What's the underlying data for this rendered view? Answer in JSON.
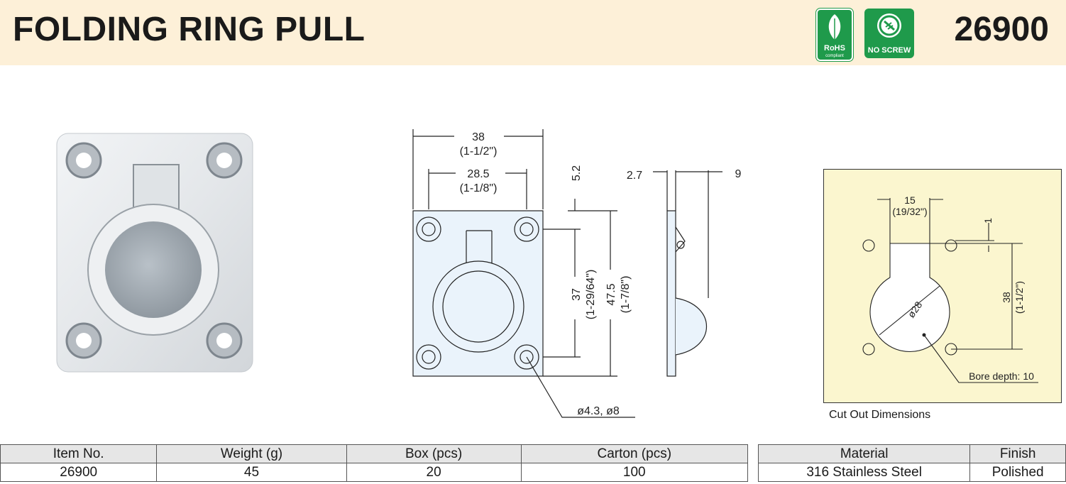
{
  "header": {
    "title": "FOLDING RING PULL",
    "item_code": "26900"
  },
  "badges": {
    "rohs": {
      "label": "RoHS",
      "sub": "compliant",
      "color": "#1f9a4b",
      "icon": "leaf-icon"
    },
    "no_screw": {
      "label": "NO SCREW",
      "color": "#1f9a4b",
      "icon": "no-screw-icon"
    }
  },
  "drawing": {
    "width_mm": "38",
    "width_in": "(1-1/2\")",
    "pitch_mm": "28.5",
    "pitch_in": "(1-1/8\")",
    "top_offset": "5.2",
    "vpitch_mm": "37",
    "vpitch_in": "(1-29/64\")",
    "height_mm": "47.5",
    "height_in": "(1-7/8\")",
    "thickness": "2.7",
    "depth": "9",
    "hole_dims": "ø4.3, ø8"
  },
  "cutout": {
    "slot_width": "15",
    "slot_width_in": "(19/32\")",
    "offset": "1",
    "diameter": "ø28",
    "pitch_mm": "38",
    "pitch_in": "(1-1/2\")",
    "bore_depth": "Bore depth: 10",
    "caption": "Cut Out Dimensions"
  },
  "spec_table": {
    "headers": [
      "Item No.",
      "Weight (g)",
      "Box (pcs)",
      "Carton (pcs)"
    ],
    "row": [
      "26900",
      "45",
      "20",
      "100"
    ]
  },
  "material_table": {
    "headers": [
      "Material",
      "Finish"
    ],
    "row": [
      "316 Stainless Steel",
      "Polished"
    ]
  }
}
